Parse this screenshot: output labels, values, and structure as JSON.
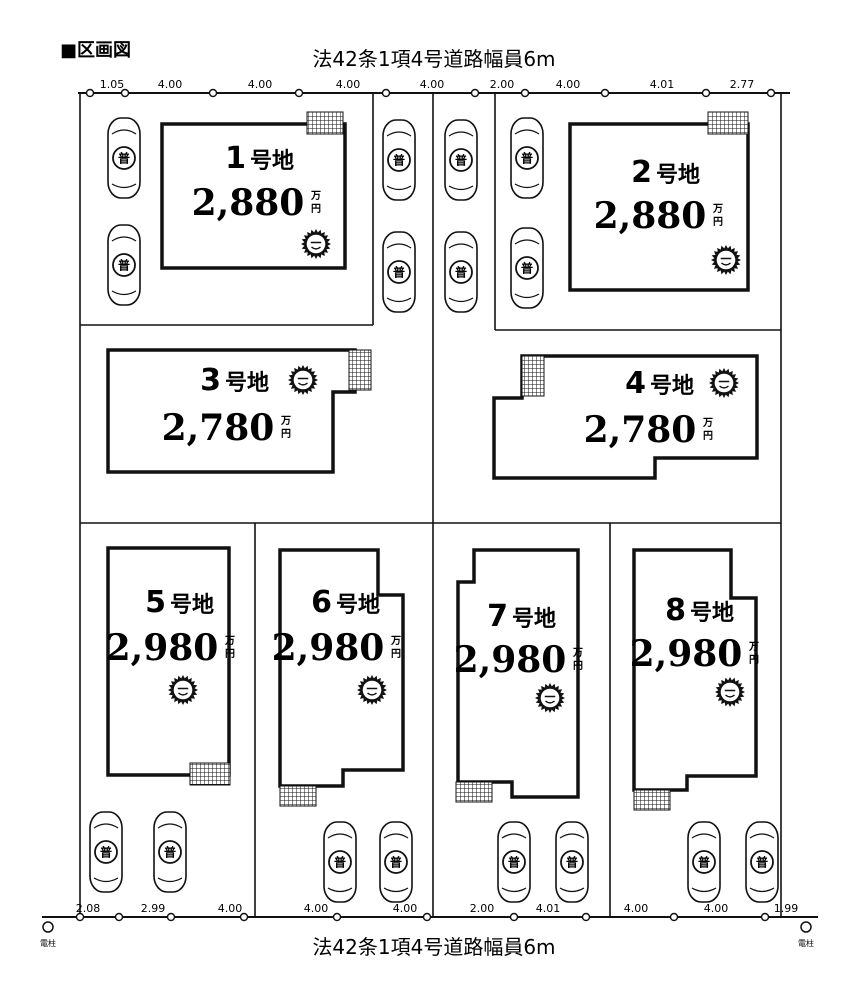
{
  "header": {
    "title": "■区画図"
  },
  "roads": {
    "top": "法42条1項4号道路幅員6m",
    "bottom": "法42条1項4号道路幅員6m"
  },
  "dimensions": {
    "top": [
      "1.05",
      "4.00",
      "4.00",
      "4.00",
      "4.00",
      "2.00",
      "4.00",
      "4.01",
      "2.77"
    ],
    "bottom": [
      "2.08",
      "2.99",
      "4.00",
      "4.00",
      "4.00",
      "2.00",
      "4.01",
      "4.00",
      "4.00",
      "1.99"
    ]
  },
  "posts": {
    "left": "電柱",
    "right": "電柱"
  },
  "lot_suffix": "号地",
  "price_unit_top": "万",
  "price_unit_bottom": "円",
  "car_label": "普",
  "lots": [
    {
      "number": "1",
      "price": "2,880"
    },
    {
      "number": "2",
      "price": "2,880"
    },
    {
      "number": "3",
      "price": "2,780"
    },
    {
      "number": "4",
      "price": "2,780"
    },
    {
      "number": "5",
      "price": "2,980"
    },
    {
      "number": "6",
      "price": "2,980"
    },
    {
      "number": "7",
      "price": "2,980"
    },
    {
      "number": "8",
      "price": "2,980"
    }
  ]
}
